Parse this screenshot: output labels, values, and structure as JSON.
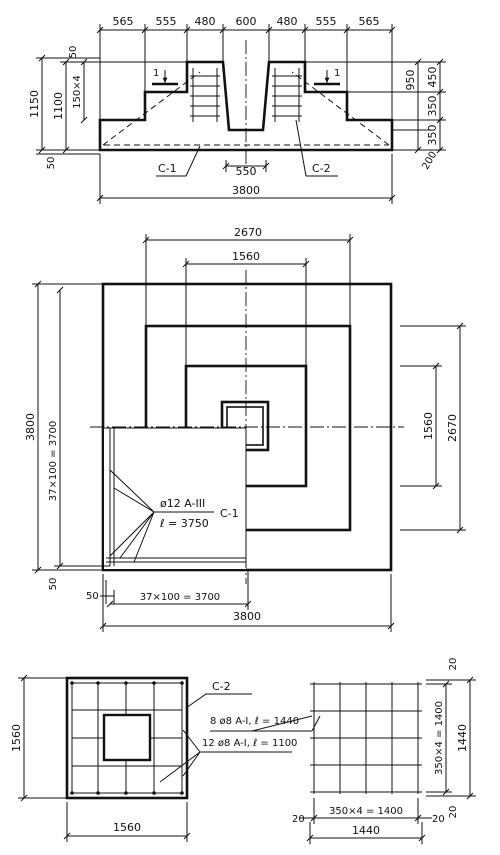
{
  "section": {
    "top_dims": [
      "565",
      "555",
      "480",
      "600",
      "480",
      "555",
      "565"
    ],
    "dim_50_top": "50",
    "dim_1150": "1150",
    "dim_1100": "1100",
    "dim_150x4": "150×4",
    "cut_mark": "1",
    "dim_950": "950",
    "dim_450": "450",
    "dim_350a": "350",
    "dim_350b": "350",
    "dim_50_bottom": "50",
    "dim_200": "200",
    "label_c1": "C-1",
    "label_c2": "C-2",
    "dim_550": "550",
    "dim_3800": "3800"
  },
  "plan": {
    "dim_2670_top": "2670",
    "dim_1560_top": "1560",
    "dim_3800_left": "3800",
    "dim_37x100_left": "37×100 = 3700",
    "dim_1560_right": "1560",
    "dim_2670_right": "2670",
    "rebar_spec": "ø12 A-III",
    "rebar_length": "ℓ = 3750",
    "label_c1": "C-1",
    "dim_50_left": "50",
    "dim_50_bottom": "50",
    "dim_37x100_bottom": "37×100 = 3700",
    "dim_3800_bottom": "3800"
  },
  "mesh_c2": {
    "label": "C-2",
    "spec_a": "8 ø8 A-I, ℓ = 1440",
    "spec_b": "12 ø8 A-I, ℓ = 1100",
    "dim_1560_left": "1560",
    "dim_1560_bottom": "1560"
  },
  "mesh_detail": {
    "dim_20_top": "20",
    "dim_350x4_right": "350×4 = 1400",
    "dim_1440_right": "1440",
    "dim_20_right": "20",
    "dim_20_bottom_left": "20",
    "dim_350x4_bottom": "350×4 = 1400",
    "dim_20_bottom_right": "20",
    "dim_1440_bottom": "1440"
  }
}
